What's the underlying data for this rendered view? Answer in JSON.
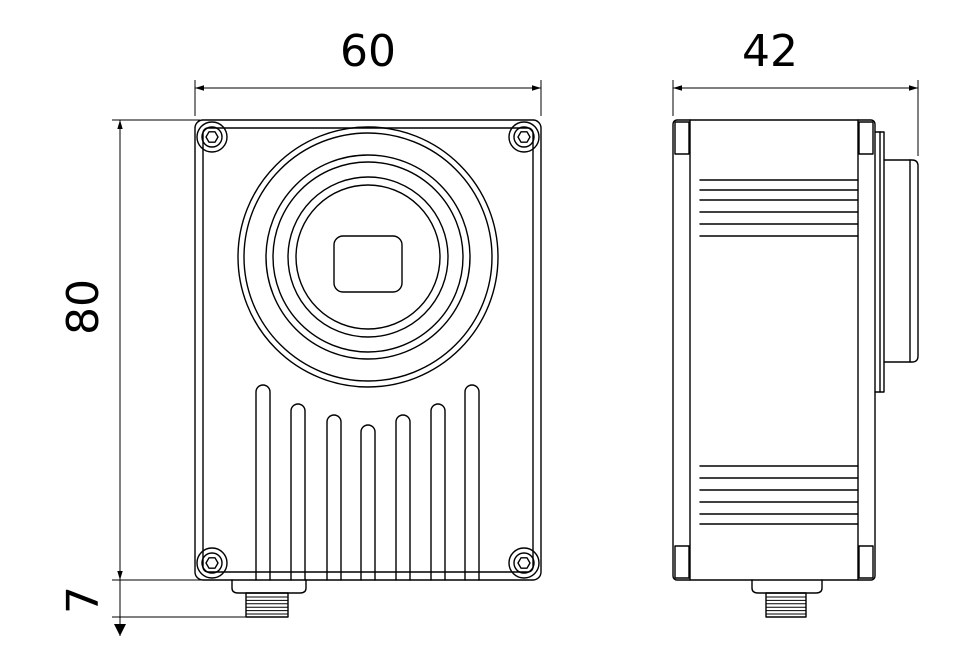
{
  "front_view": {
    "width_dimension": "60",
    "height_dimension": "80",
    "connector_dimension": "7"
  },
  "side_view": {
    "depth_dimension": "42"
  }
}
